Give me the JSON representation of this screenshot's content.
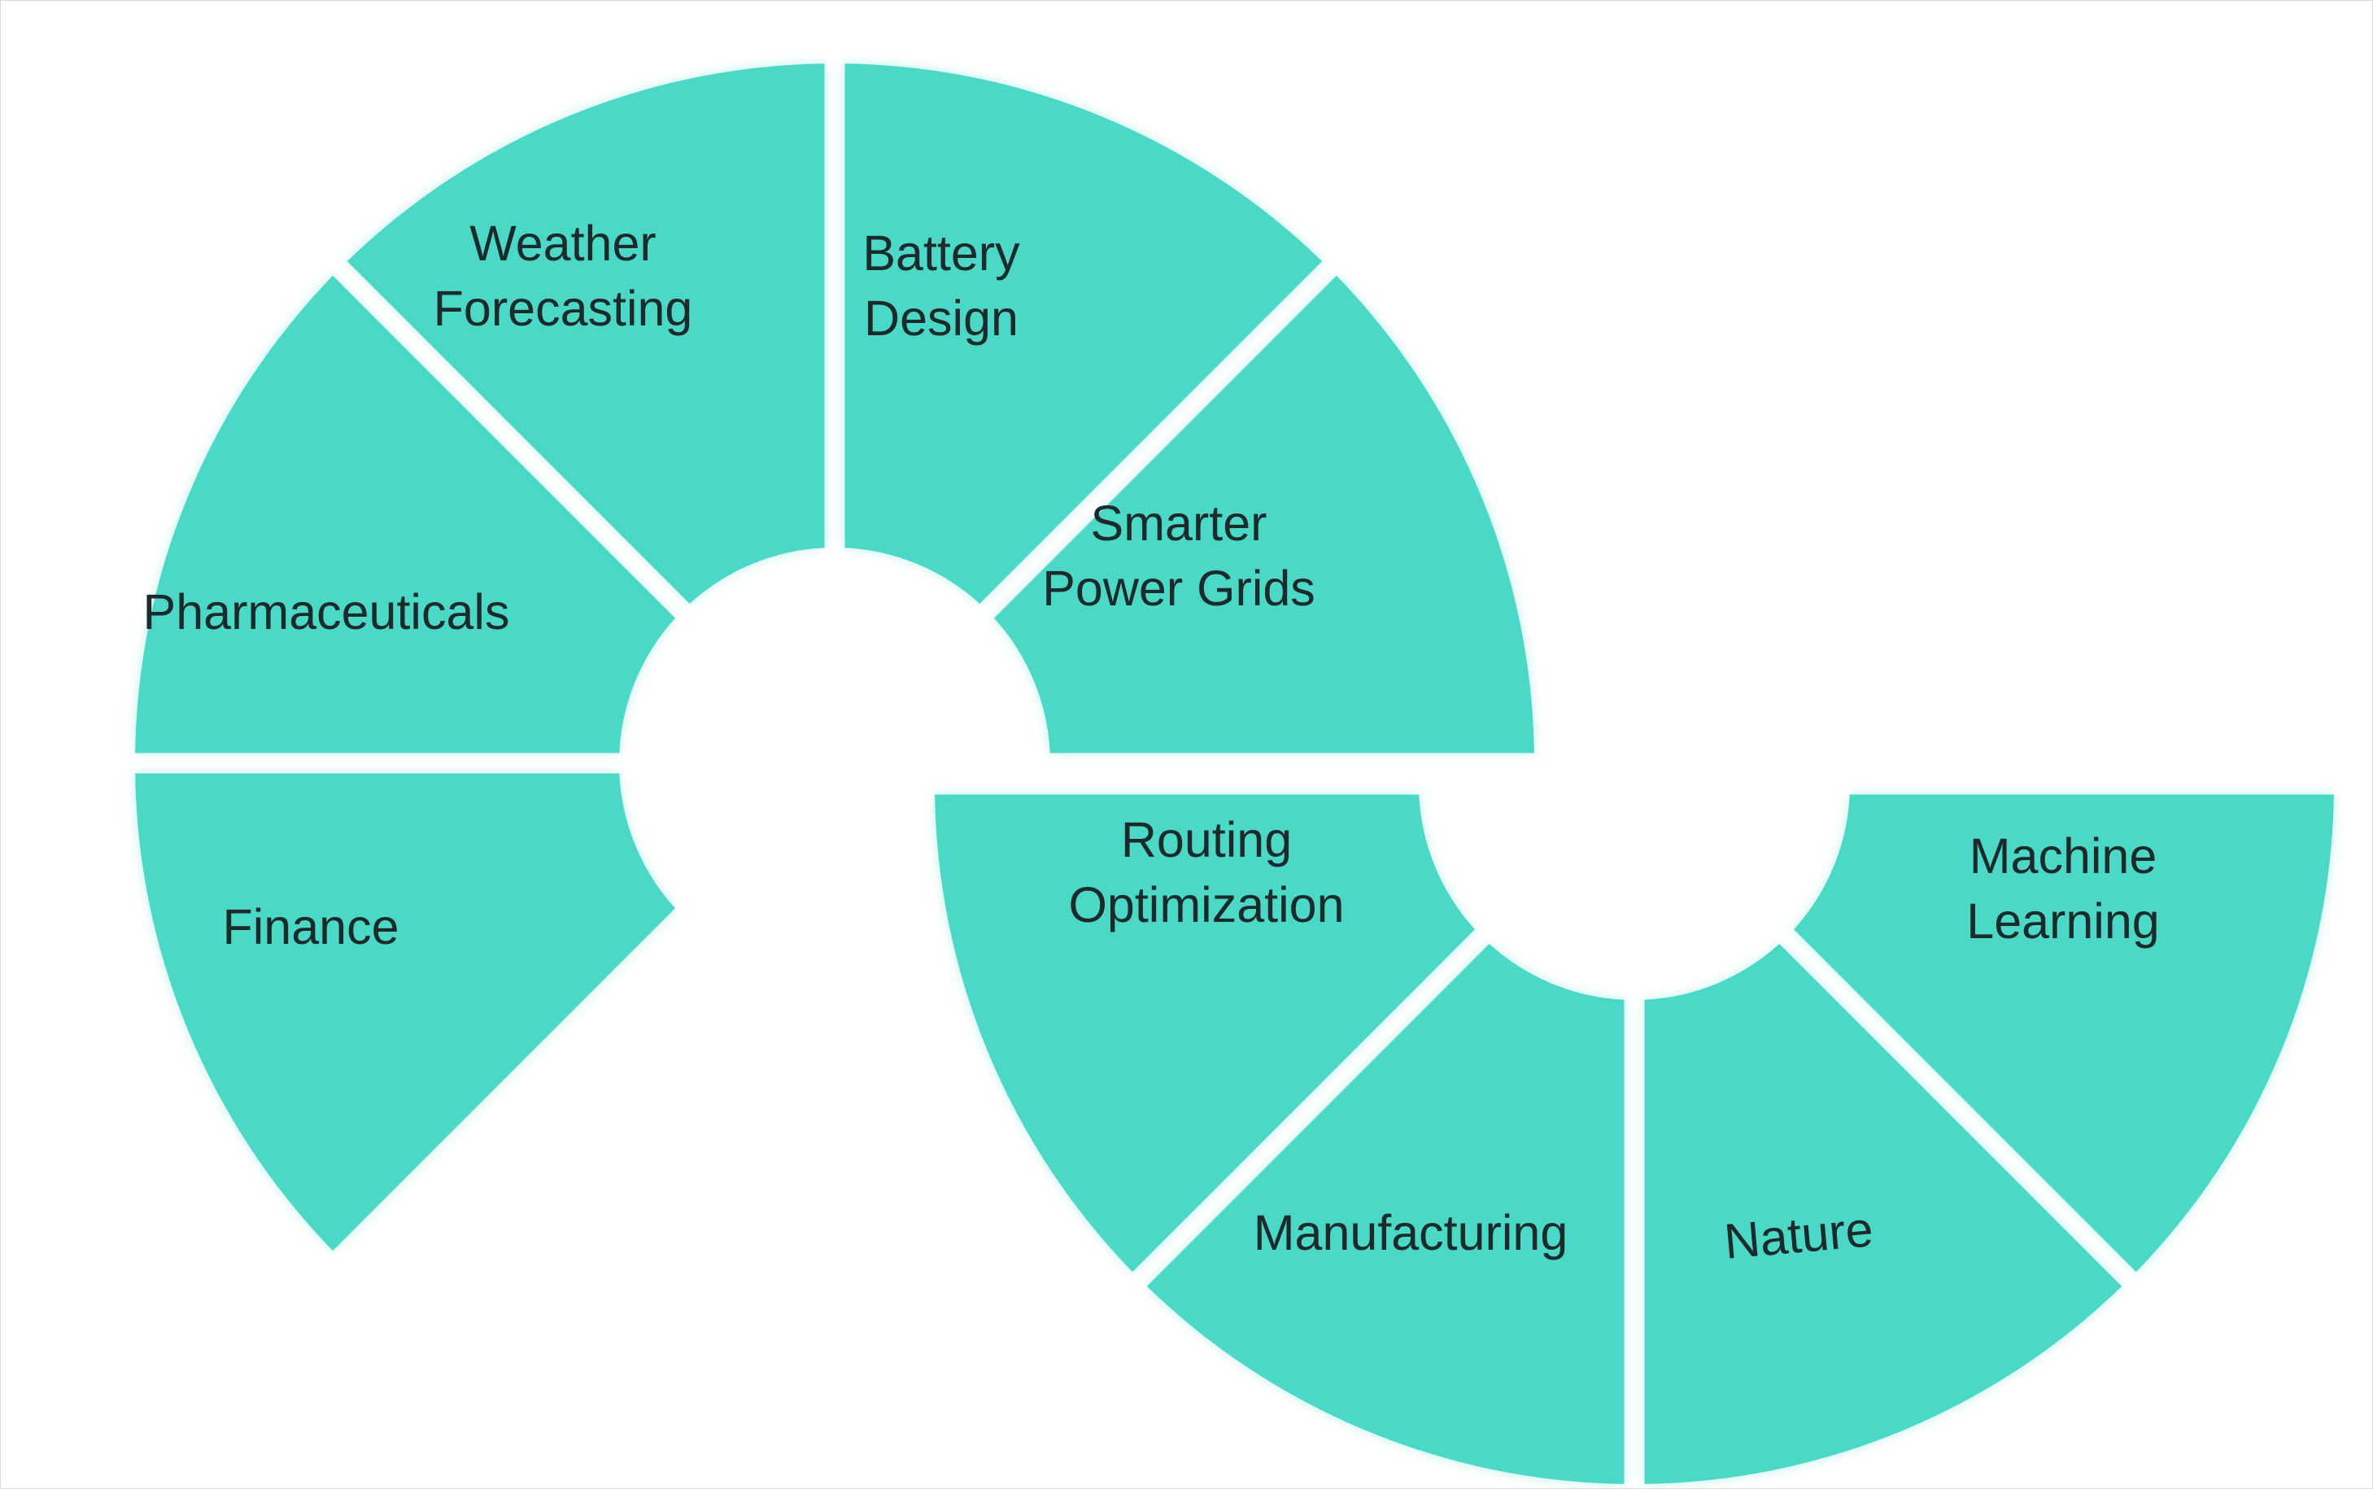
{
  "colors": {
    "segment_fill": "#4cd8c6",
    "segment_glow": "#bff3ec",
    "text": "#1b2a2a",
    "background": "#ffffff",
    "border": "#d9d9d9"
  },
  "left_ring": {
    "segments": [
      {
        "id": "finance",
        "lines": [
          "Finance"
        ]
      },
      {
        "id": "pharmaceuticals",
        "lines": [
          "Pharmaceuticals"
        ]
      },
      {
        "id": "weather-forecasting",
        "lines": [
          "Weather",
          "Forecasting"
        ]
      },
      {
        "id": "battery-design",
        "lines": [
          "Battery",
          "Design"
        ]
      },
      {
        "id": "smarter-power-grids",
        "lines": [
          "Smarter",
          "Power Grids"
        ]
      }
    ]
  },
  "right_ring": {
    "segments": [
      {
        "id": "routing-optimization",
        "lines": [
          "Routing",
          "Optimization"
        ]
      },
      {
        "id": "manufacturing",
        "lines": [
          "Manufacturing"
        ]
      },
      {
        "id": "nature",
        "lines": [
          "Nature"
        ]
      },
      {
        "id": "machine-learning",
        "lines": [
          "Machine",
          "Learning"
        ]
      }
    ]
  }
}
